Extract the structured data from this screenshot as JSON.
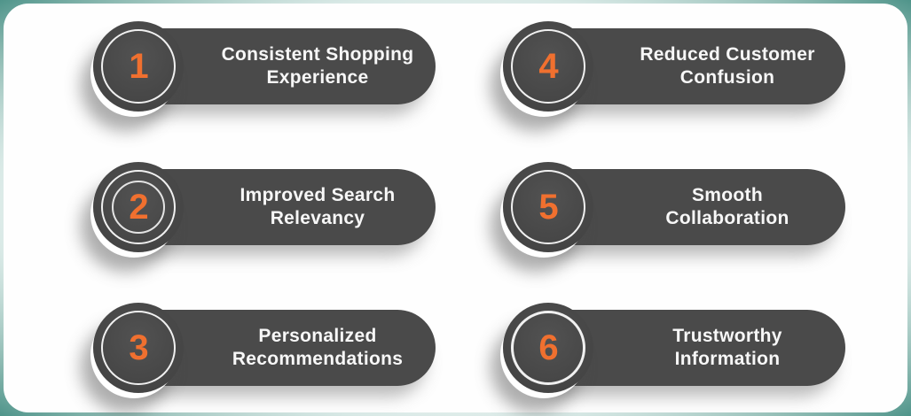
{
  "infographic": {
    "background_color": "#4f948a",
    "background_edge_color": "#d9e9e6",
    "card_color": "#fefefe",
    "pill_color": "#4a4a4a",
    "number_color": "#f0702f",
    "label_color": "#f7f7f7",
    "items": [
      {
        "number": "1",
        "label": "Consistent Shopping\nExperience"
      },
      {
        "number": "2",
        "label": "Improved Search\nRelevancy"
      },
      {
        "number": "3",
        "label": "Personalized\nRecommendations"
      },
      {
        "number": "4",
        "label": "Reduced Customer\nConfusion"
      },
      {
        "number": "5",
        "label": "Smooth\nCollaboration"
      },
      {
        "number": "6",
        "label": "Trustworthy\nInformation"
      }
    ]
  }
}
